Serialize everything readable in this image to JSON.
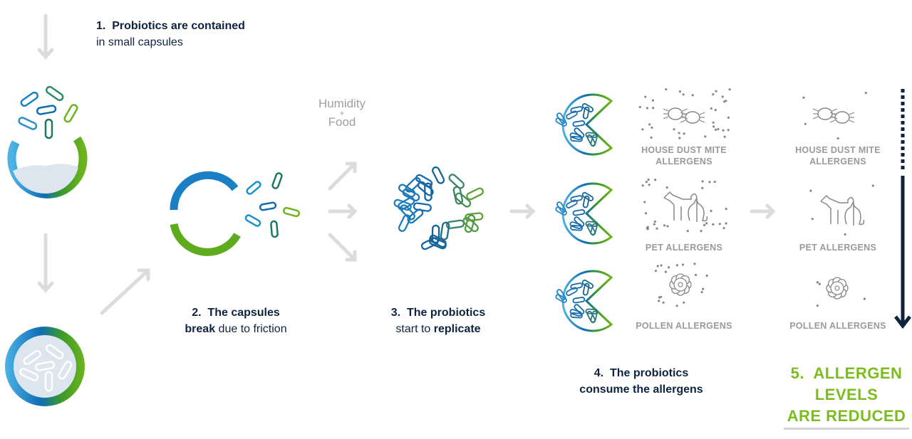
{
  "title": "How probiotic allergen reduction works",
  "steps": {
    "step1": {
      "number": "1.",
      "bold": "Probiotics are contained",
      "normal": "in small capsules"
    },
    "step2": {
      "number": "2.",
      "line1": "The capsules",
      "bold": "break",
      "normal": "due to friction"
    },
    "step3": {
      "number": "3.",
      "line1": "The probiotics",
      "normal": "start to",
      "bold": "replicate"
    },
    "step4": {
      "number": "4.",
      "line1": "The probiotics",
      "line2": "consume the allergens"
    },
    "step5": {
      "number": "5.",
      "line1": "ALLERGEN",
      "line2": "LEVELS",
      "line3": "ARE REDUCED"
    }
  },
  "conditions": {
    "line1": "Humidity",
    "plus": "+",
    "line2": "Food"
  },
  "allergens_before": [
    {
      "icon": "dust-mite-icon",
      "label_line1": "HOUSE DUST MITE",
      "label_line2": "ALLERGENS"
    },
    {
      "icon": "pet-icon",
      "label_line1": "PET ALLERGENS",
      "label_line2": ""
    },
    {
      "icon": "pollen-icon",
      "label_line1": "POLLEN ALLERGENS",
      "label_line2": ""
    }
  ],
  "allergens_after": [
    {
      "icon": "dust-mite-icon",
      "label_line1": "HOUSE DUST MITE",
      "label_line2": "ALLERGENS"
    },
    {
      "icon": "pet-icon",
      "label_line1": "PET ALLERGENS",
      "label_line2": ""
    },
    {
      "icon": "pollen-icon",
      "label_line1": "POLLEN ALLERGENS",
      "label_line2": ""
    }
  ],
  "colors": {
    "blue": "#1a7fc4",
    "green": "#6db31e",
    "navy": "#0d2340",
    "arrow_gray": "#dcdcdc",
    "label_gray": "#9a9a9a",
    "lime": "#7cbd1e"
  }
}
